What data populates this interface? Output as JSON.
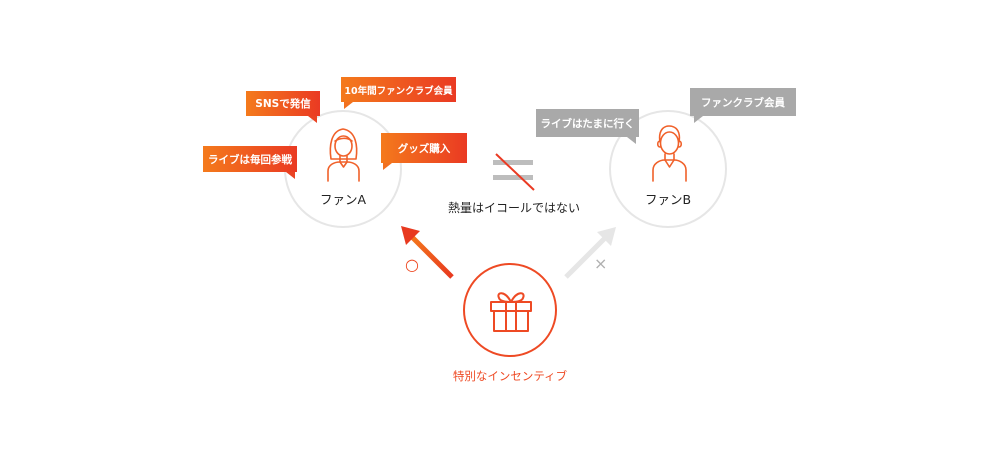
{
  "fan_a": {
    "label": "ファンA",
    "bubbles": {
      "sns": "SNSで発信",
      "member": "10年間ファンクラブ会員",
      "live": "ライブは毎回参戦",
      "goods": "グッズ購入"
    }
  },
  "fan_b": {
    "label": "ファンB",
    "bubbles": {
      "live": "ライブはたまに行く",
      "member": "ファンクラブ会員"
    }
  },
  "middle": {
    "caption": "熱量はイコールではない",
    "symbol": "≠"
  },
  "incentive": {
    "label": "特別なインセンティブ",
    "icon": "gift-icon"
  },
  "marks": {
    "good": "○",
    "bad": "×"
  },
  "colors": {
    "orange": "#f15a24",
    "orange_light": "#f7931e",
    "gray_bubble": "#a9a9a9",
    "circle_border": "#e6e6e6"
  }
}
